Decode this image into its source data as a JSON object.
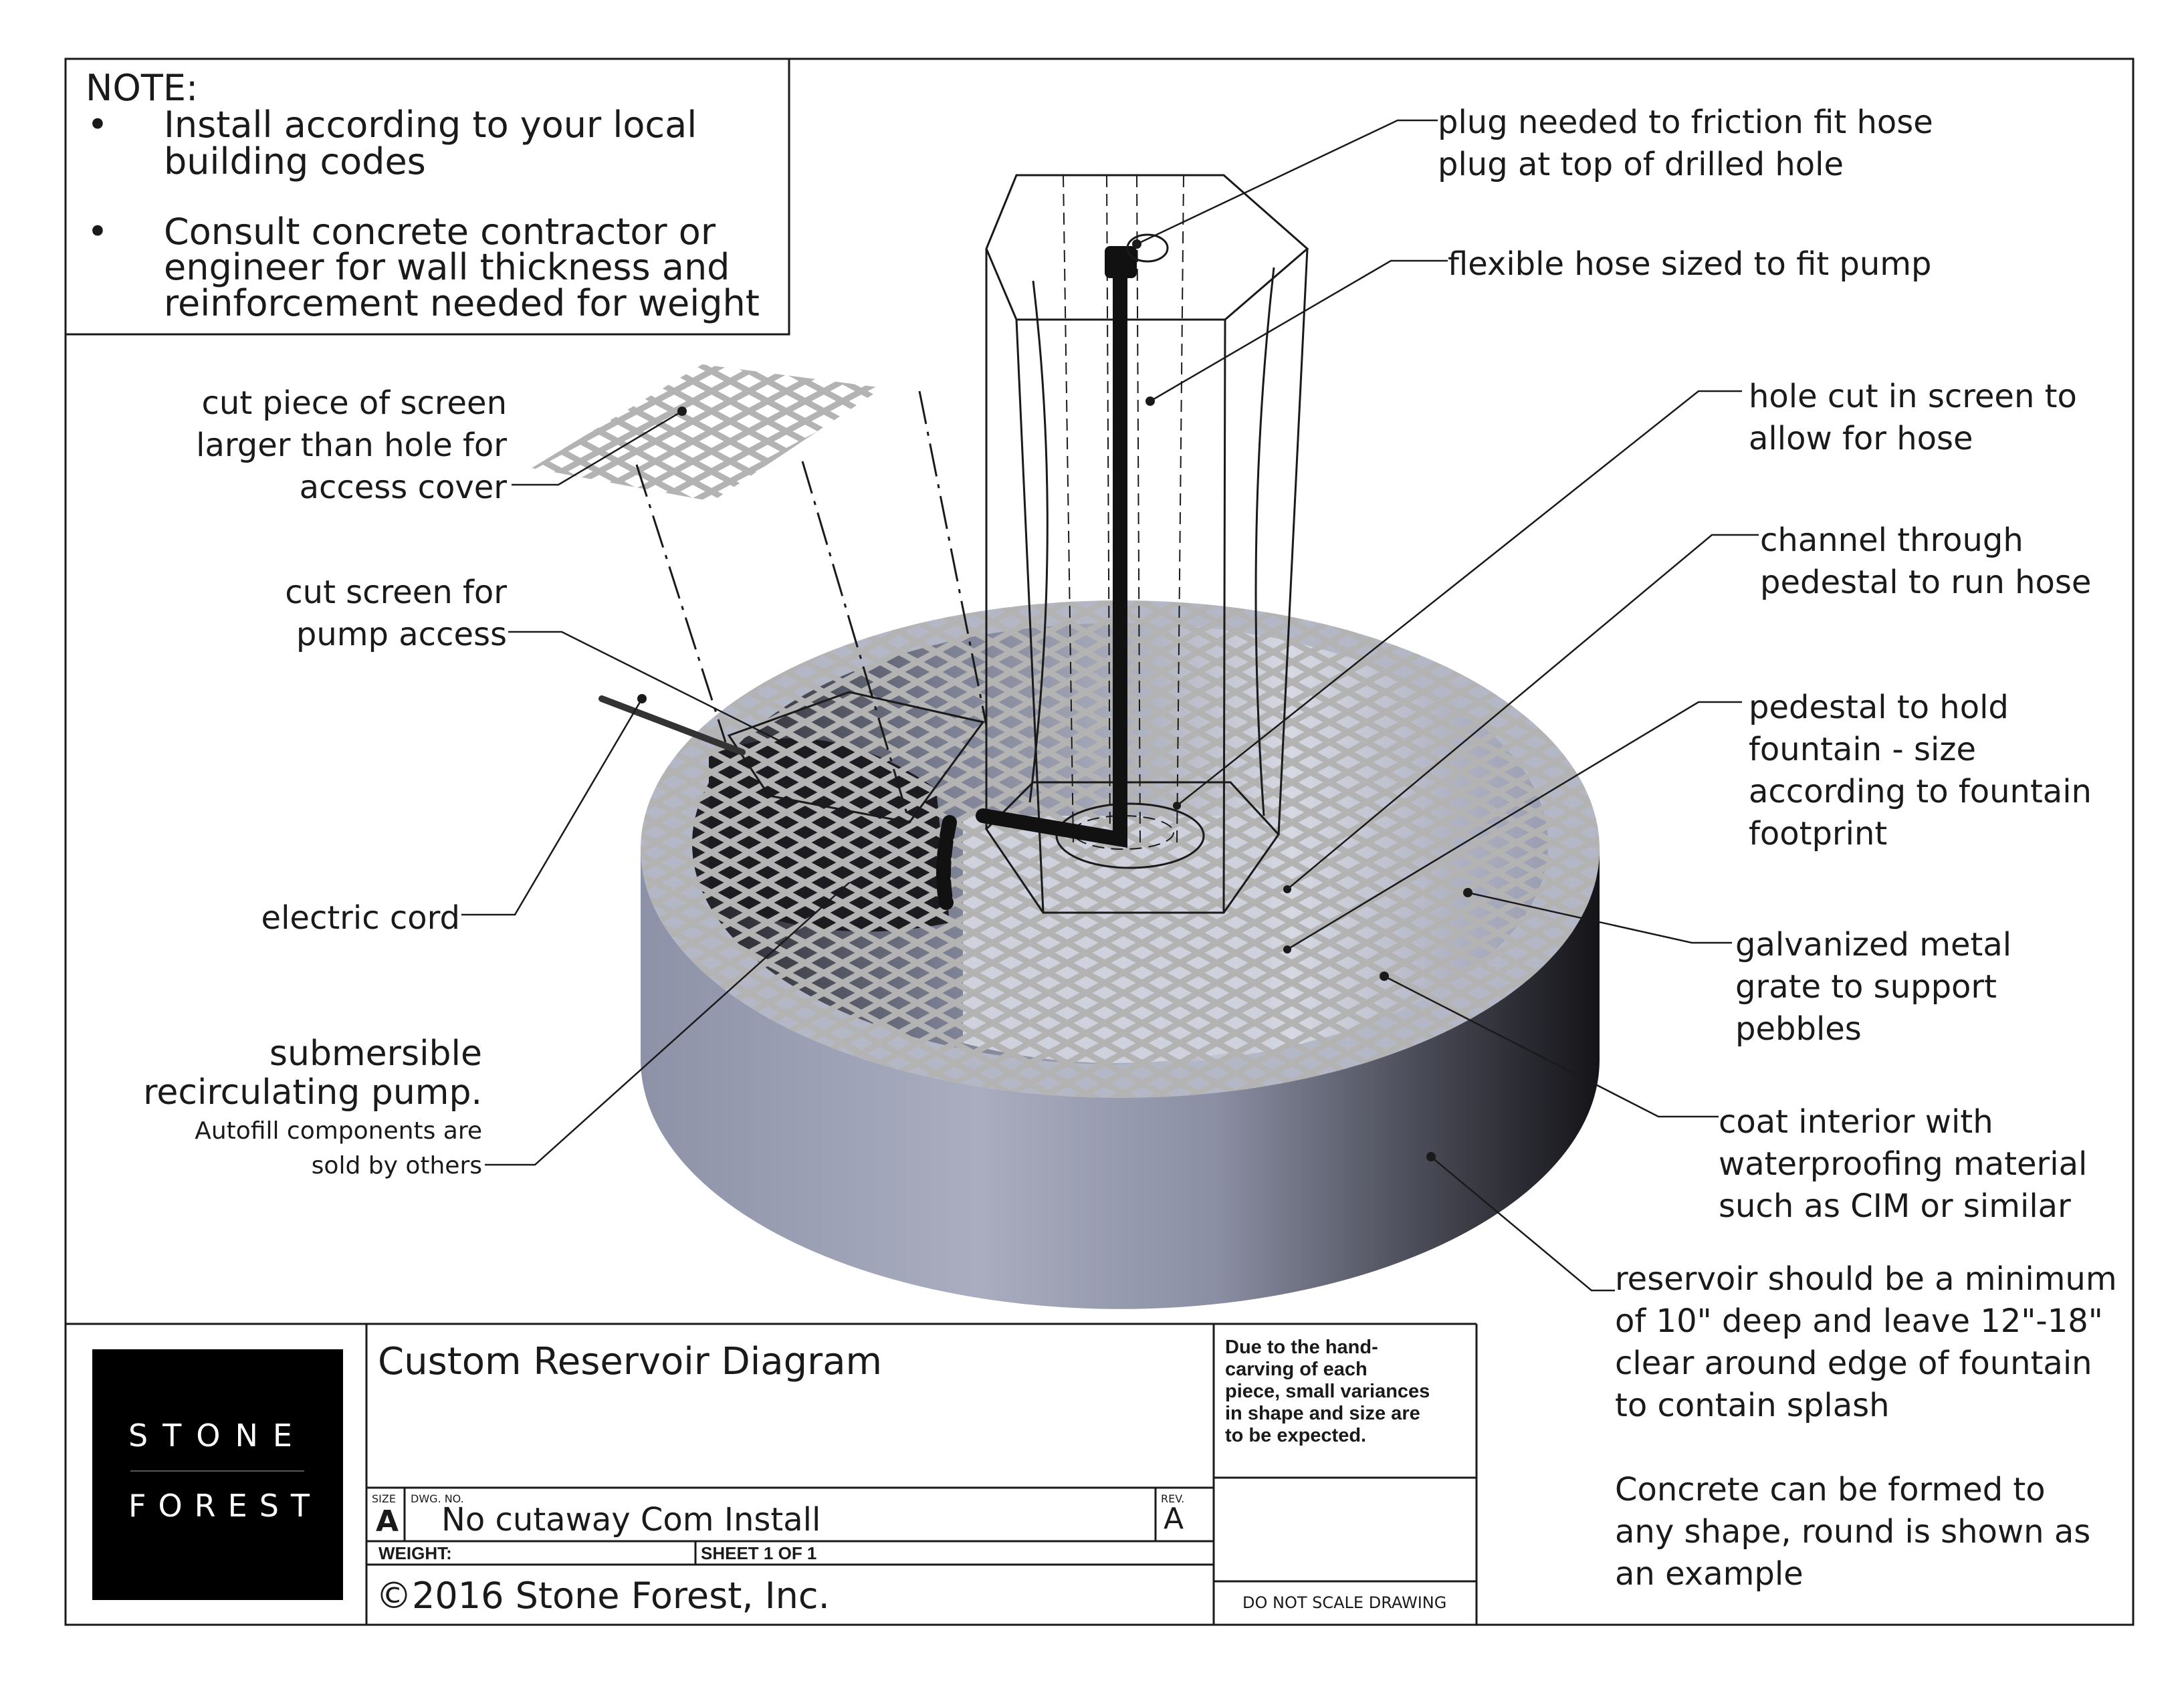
{
  "note": {
    "heading": "NOTE:",
    "bullet1_line1": "Install according to your local",
    "bullet1_line2": "building codes",
    "bullet2_line1": "Consult concrete contractor or",
    "bullet2_line2": "engineer for wall thickness and",
    "bullet2_line3": "reinforcement needed for weight"
  },
  "labels": {
    "plug": [
      "plug needed to friction fit hose",
      "plug at top of drilled hole"
    ],
    "hose": [
      "flexible hose sized to fit pump"
    ],
    "hole": [
      "hole cut in screen to",
      "allow for hose"
    ],
    "channel": [
      "channel through",
      "pedestal to run hose"
    ],
    "pedestal": [
      "pedestal to hold",
      "fountain - size",
      "according to fountain",
      "footprint"
    ],
    "grate": [
      "galvanized metal",
      "grate to support",
      "pebbles"
    ],
    "coat": [
      "coat interior with",
      "waterproofing material",
      "such as CIM or similar"
    ],
    "reservoir": [
      "reservoir should be a minimum",
      "of 10\" deep and leave 12\"-18\"",
      "clear around edge of fountain",
      "to contain splash"
    ],
    "concrete": [
      "Concrete can be formed to",
      "any shape, round is shown as",
      "an example"
    ],
    "cut_piece": [
      "cut piece of screen",
      "larger than hole for",
      "access cover"
    ],
    "cut_screen": [
      "cut screen for",
      "pump access"
    ],
    "cord": [
      "electric cord"
    ],
    "pump": [
      "submersible",
      "recirculating pump."
    ],
    "pump_note": [
      "Autofill components are",
      "sold by others"
    ]
  },
  "title_block": {
    "logo_line1": "STONE",
    "logo_line2": "FOREST",
    "title": "Custom Reservoir Diagram",
    "disclaimer": [
      "Due to the hand-",
      "carving of each",
      "piece, small variances",
      "in shape and size are",
      "to be expected."
    ],
    "size_label": "SIZE",
    "size_value": "A",
    "dwg_label": "DWG. NO.",
    "dwg_value": "No cutaway Com Install",
    "rev_label": "REV.",
    "rev_value": "A",
    "weight_label": "WEIGHT:",
    "sheet_label": "SHEET 1 OF 1",
    "copyright": "©2016 Stone Forest, Inc.",
    "no_scale": "DO NOT SCALE DRAWING"
  },
  "colors": {
    "ink": "#1a1a1a",
    "basin_light": "#a7abbd",
    "basin_dark": "#1c1c22",
    "grate": "#b9b9b9",
    "logo_bg": "#000000"
  }
}
